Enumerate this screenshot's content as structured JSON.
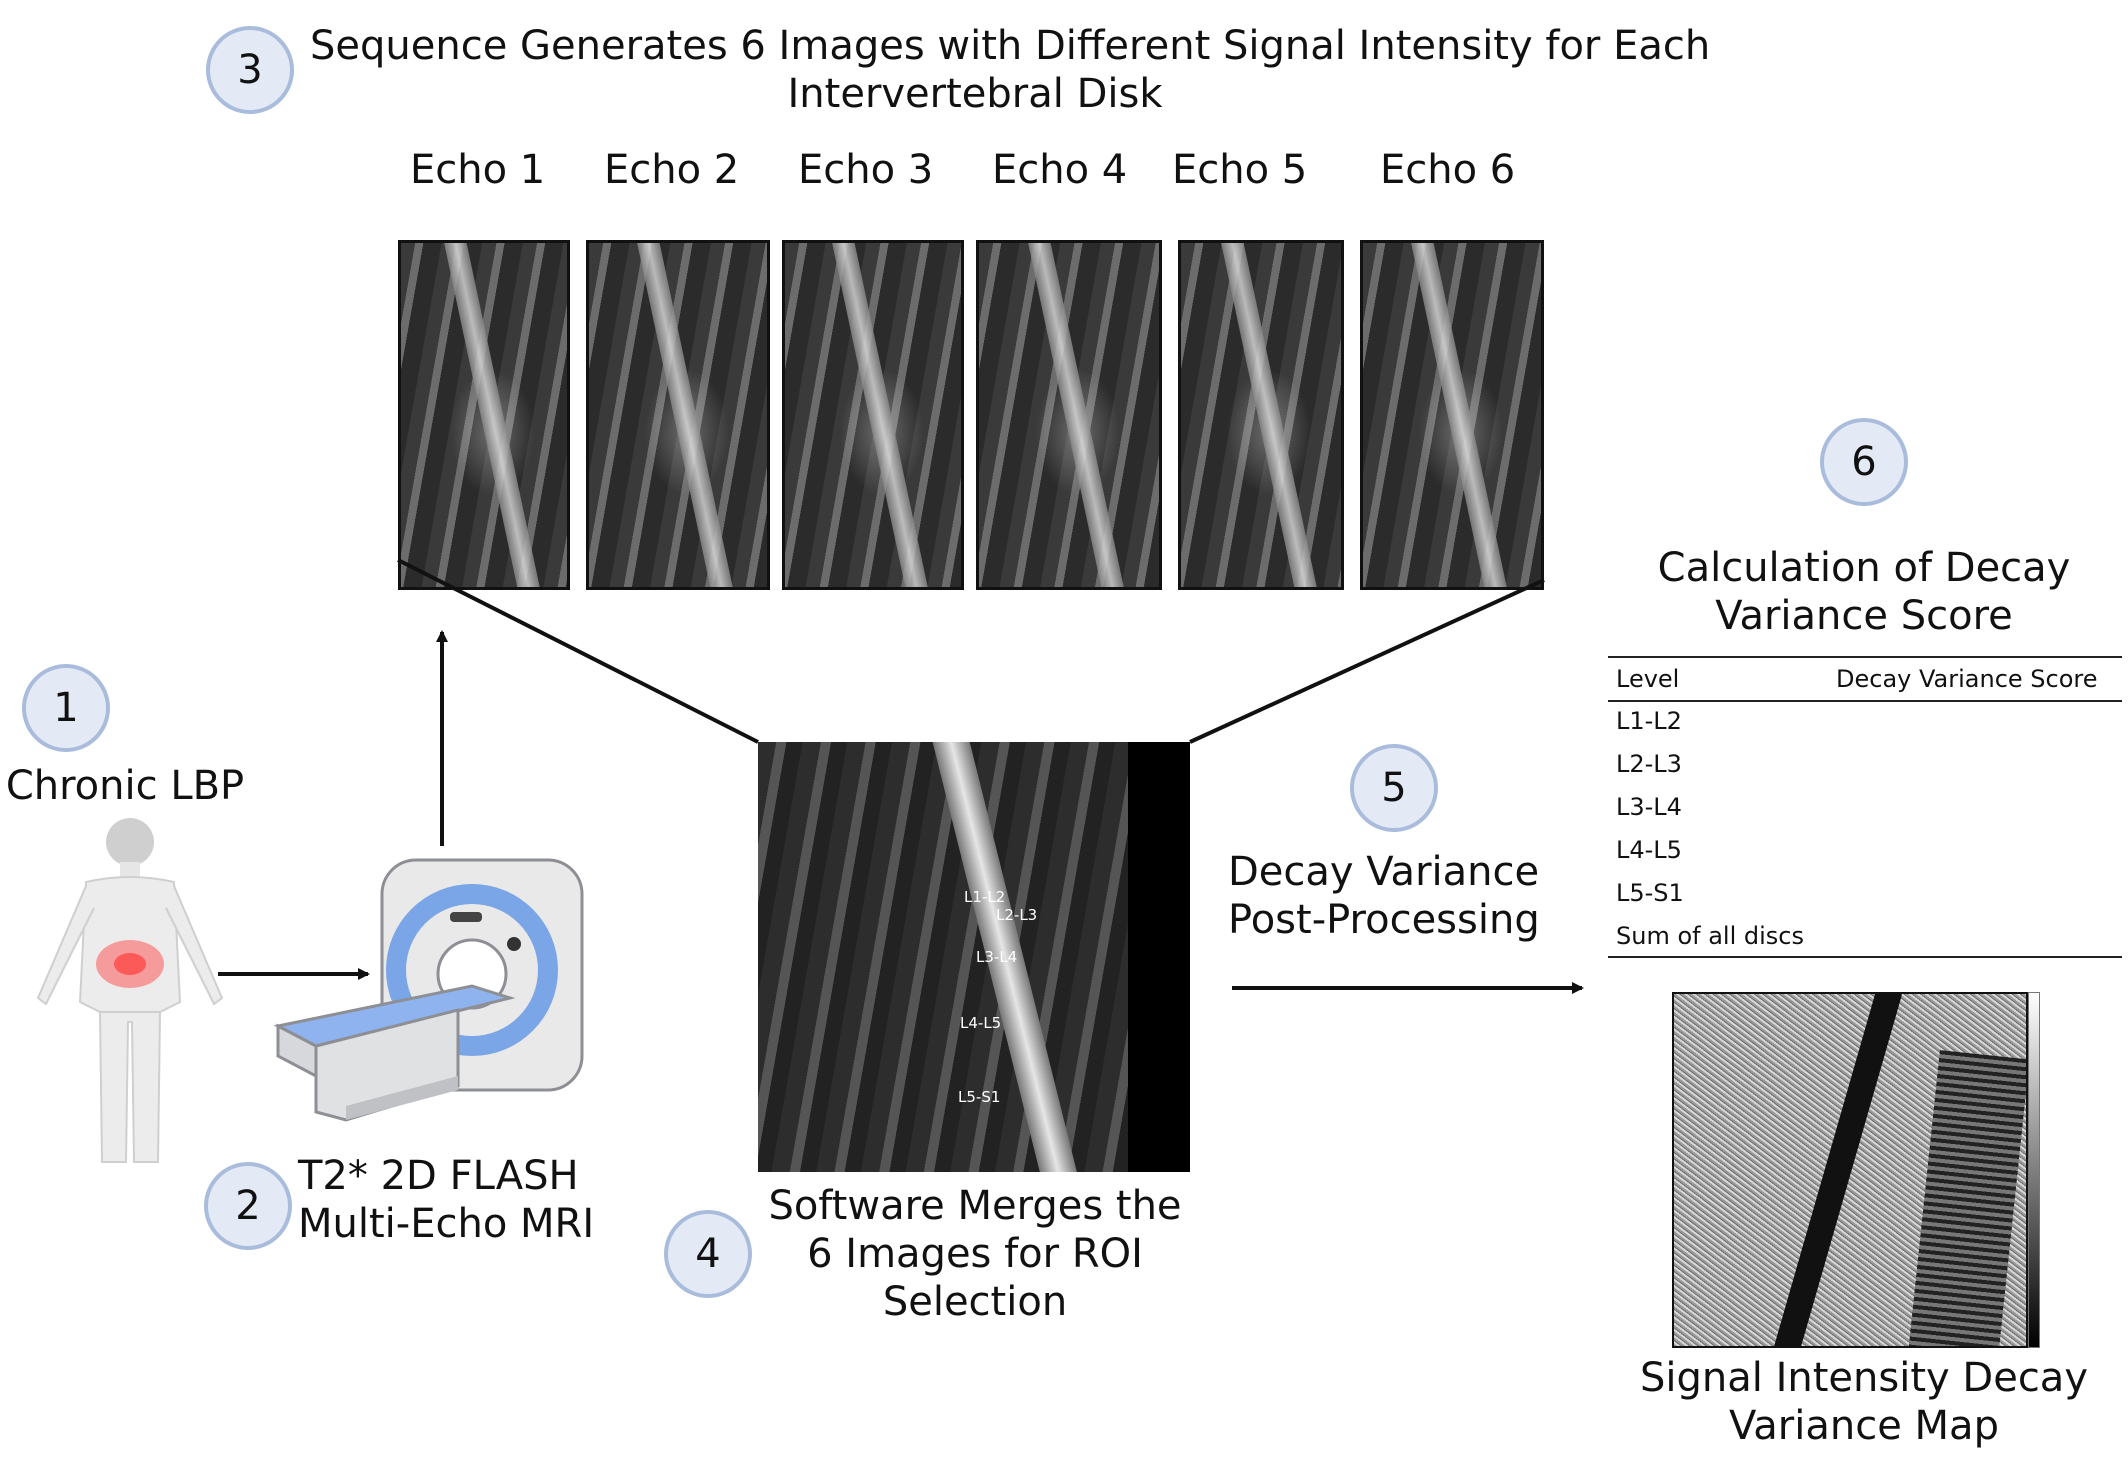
{
  "steps": {
    "s1": {
      "number": "1",
      "label": "Chronic LBP"
    },
    "s2": {
      "number": "2",
      "line1": "T2* 2D FLASH",
      "line2": "Multi-Echo MRI"
    },
    "s3": {
      "number": "3",
      "line1": "Sequence Generates 6 Images with Different Signal Intensity for Each",
      "line2": "Intervertebral Disk"
    },
    "s4": {
      "number": "4",
      "line1": "Software Merges the",
      "line2": "6 Images for ROI",
      "line3": "Selection"
    },
    "s5": {
      "number": "5",
      "line1": "Decay Variance",
      "line2": "Post-Processing"
    },
    "s6": {
      "number": "6",
      "line1": "Calculation of Decay",
      "line2": "Variance Score"
    }
  },
  "echoes": [
    "Echo 1",
    "Echo 2",
    "Echo 3",
    "Echo 4",
    "Echo 5",
    "Echo 6"
  ],
  "roi_labels": [
    "L1-L2",
    "L2-L3",
    "L3-L4",
    "L4-L5",
    "L5-S1"
  ],
  "score_table": {
    "headers": [
      "Level",
      "Decay Variance Score"
    ],
    "rows": [
      "L1-L2",
      "L2-L3",
      "L3-L4",
      "L4-L5",
      "L5-S1",
      "Sum of all discs"
    ]
  },
  "map_caption": {
    "line1": "Signal Intensity Decay",
    "line2": "Variance Map"
  },
  "colors": {
    "circle_fill": "#e3eaf6",
    "circle_stroke": "#a9bcdc",
    "scanner_blue": "#7aa5e6",
    "pain_red": "#ff5a5a"
  }
}
